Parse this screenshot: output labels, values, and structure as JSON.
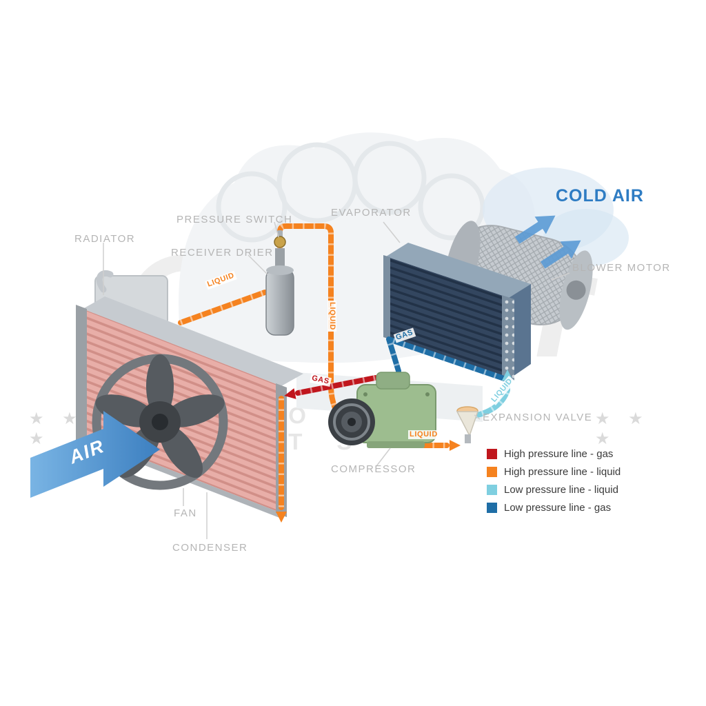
{
  "colors": {
    "hp_gas": "#c0161d",
    "hp_liquid": "#f5821f",
    "lp_liquid": "#7fcfe0",
    "lp_gas": "#1f6ea6",
    "air": "#5b9bd5",
    "coldair_text": "#2e7cc3",
    "label": "#b5b5b5",
    "legend_text": "#3a3a3a"
  },
  "component_labels": {
    "radiator": "RADIATOR",
    "pressure_switch": "PRESSURE SWITCH",
    "receiver_drier": "RECEIVER DRIER",
    "evaporator": "EVAPORATOR",
    "blower_motor": "BLOWER MOTOR",
    "expansion_valve": "EXPANSION VALVE",
    "compressor": "COMPRESSOR",
    "fan": "FAN",
    "condenser": "CONDENSER"
  },
  "flow": {
    "liquid": "LIQUID",
    "gas": "GAS"
  },
  "air_flow": {
    "air": "AIR",
    "cold_air": "COLD AIR"
  },
  "legend": {
    "items": [
      {
        "color": "#c0161d",
        "label": "High pressure line - gas"
      },
      {
        "color": "#f5821f",
        "label": "High pressure line - liquid"
      },
      {
        "color": "#7fcfe0",
        "label": "Low pressure line - liquid"
      },
      {
        "color": "#1f6ea6",
        "label": "Low pressure line - gas"
      }
    ]
  },
  "watermark": {
    "name": "Qualair",
    "word": "AUTO PARTS",
    "stars_left": "★ ★ ★",
    "stars_right": "★ ★ ★"
  }
}
